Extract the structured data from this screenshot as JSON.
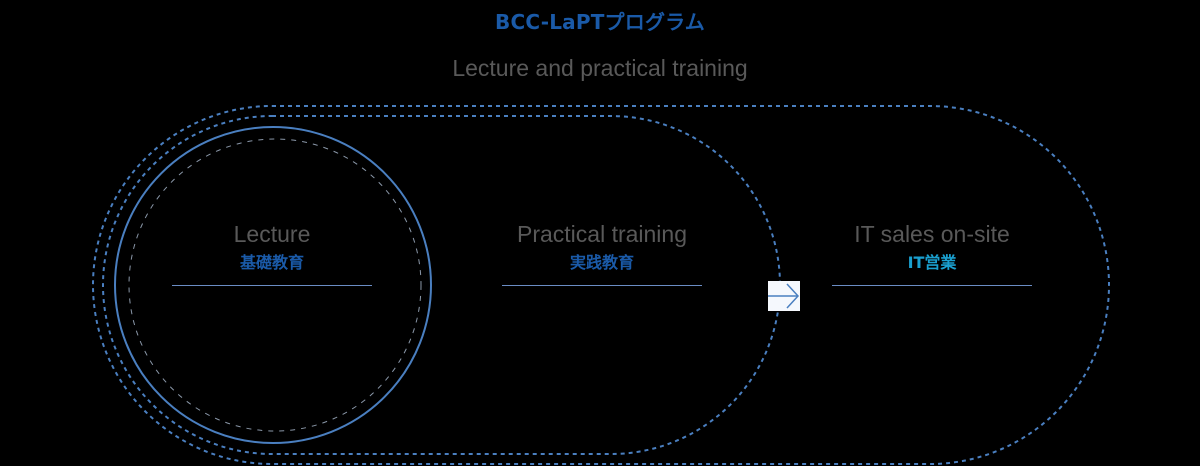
{
  "header": {
    "title": "BCC-LaPTプログラム",
    "subtitle": "Lecture and practical training"
  },
  "stages": [
    {
      "en": "Lecture",
      "ja": "基礎教育",
      "ja_color": "#1a5aa8"
    },
    {
      "en": "Practical training",
      "ja": "実践教育",
      "ja_color": "#1a5aa8"
    },
    {
      "en": "IT sales on-site",
      "ja": "IT営業",
      "ja_color": "#1aa0d0"
    }
  ],
  "arrow": {
    "icon": "arrow-right-icon"
  },
  "colors": {
    "background": "#000000",
    "title": "#1a5aa8",
    "subtitle": "#595959",
    "outline": "#4a7fc0",
    "accent_cyan": "#1aa0d0"
  }
}
